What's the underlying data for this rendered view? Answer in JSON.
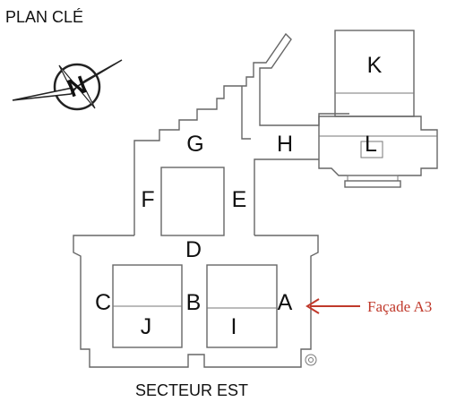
{
  "title": "PLAN CLÉ",
  "subtitle": "SECTEUR EST",
  "sections": {
    "A": "A",
    "B": "B",
    "C": "C",
    "D": "D",
    "E": "E",
    "F": "F",
    "G": "G",
    "H": "H",
    "I": "I",
    "J": "J",
    "K": "K",
    "L": "L"
  },
  "compass": {
    "letter": "N"
  },
  "annotation": {
    "label": "Façade A3",
    "color": "#c0392b"
  }
}
